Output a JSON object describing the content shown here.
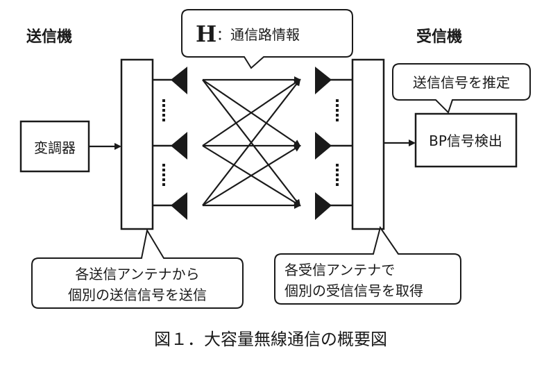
{
  "labels": {
    "transmitter": "送信機",
    "receiver": "受信機",
    "modulator": "変調器",
    "bp_detect": "BP信号検出",
    "h_symbol": "H",
    "h_desc": "：通信路情報",
    "estimate": "送信信号を推定",
    "tx_note_line1": "各送信アンテナから",
    "tx_note_line2": "個別の送信信号を送信",
    "rx_note_line1": "各受信アンテナで",
    "rx_note_line2": "個別の受信信号を取得",
    "caption": "図１．大容量無線通信の概要図"
  }
}
